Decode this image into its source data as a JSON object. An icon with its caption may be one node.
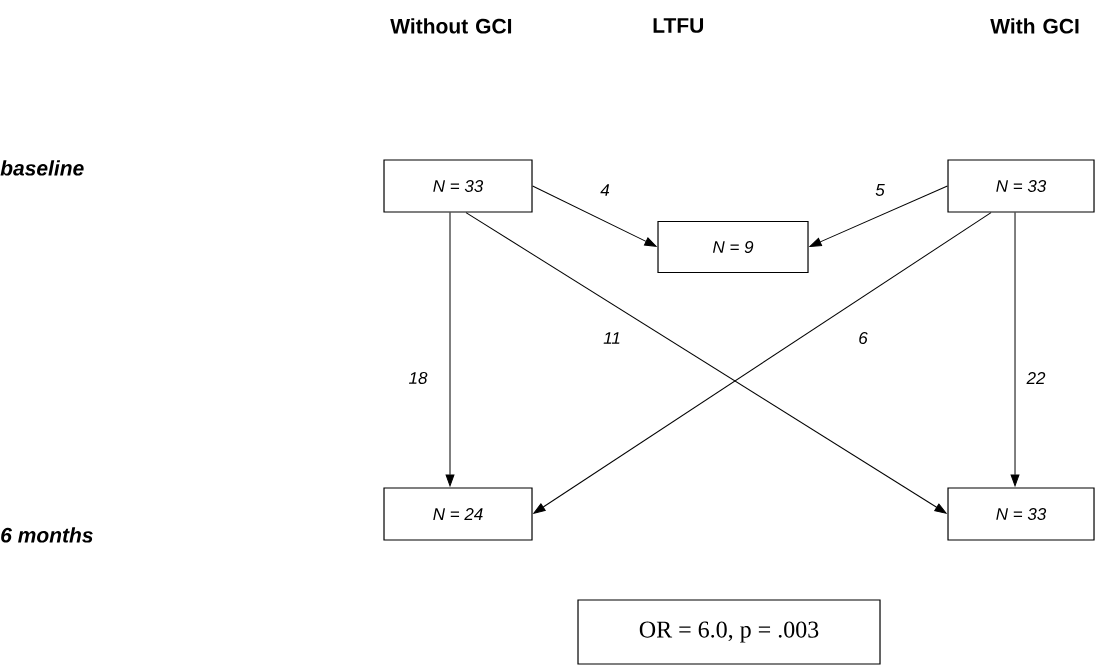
{
  "diagram": {
    "nodes": [
      {
        "text": [
          "N = 33"
        ]
      },
      {
        "text": [
          "N = 9"
        ]
      },
      {
        "text": [
          "N = 33"
        ]
      },
      {
        "text": [
          "N = 24"
        ]
      },
      {
        "text": [
          "N = 33"
        ]
      },
      {
        "text": [
          "OR = 6.0, p = .003"
        ]
      }
    ],
    "edges": [
      {
        "from": 0,
        "to": 1,
        "arrow": "to",
        "label": "4"
      },
      {
        "from": 2,
        "to": 1,
        "arrow": "to",
        "label": "5"
      },
      {
        "from": 0,
        "to": 3,
        "arrow": "to",
        "label": "18"
      },
      {
        "from": 0,
        "to": 4,
        "arrow": "to",
        "label": "11"
      },
      {
        "from": 2,
        "to": 3,
        "arrow": "to",
        "label": "6"
      },
      {
        "from": 2,
        "to": 4,
        "arrow": "to",
        "label": "22"
      }
    ],
    "labels": [
      "Without GCI",
      "LTFU",
      "With GCI",
      "baseline",
      "6 months"
    ]
  }
}
